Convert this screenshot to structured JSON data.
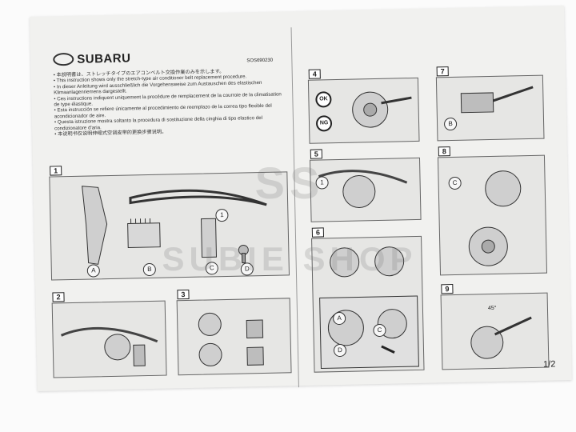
{
  "brand": "SUBARU",
  "doc_number": "SOS690230",
  "instructions": [
    "本説明書は、ストレッチタイプのエアコンベルト交換作業のみを示します。",
    "This instruction shows only the stretch-type air conditioner belt replacement procedure.",
    "In dieser Anleitung wird ausschließlich die Vorgehensweise zum Austauschen des elastischen Klimaanlagenriemens dargestellt.",
    "Ces instructions indiquent uniquement la procédure de remplacement de la courroie de la climatisation de type élastique.",
    "Esta instrucción se refiere únicamente al procedimiento de reemplazo de la correa tipo flexible del acondicionador de aire.",
    "Questa istruzione mostra soltanto la procedura di sostituzione della cinghia di tipo elastico del condizionatore d'aria.",
    "本说明书仅说明伸缩式空调皮带的更换步骤说明。"
  ],
  "steps": {
    "s1": "1",
    "s2": "2",
    "s3": "3",
    "s4": "4",
    "s5": "5",
    "s6": "6",
    "s7": "7",
    "s8": "8",
    "s9": "9"
  },
  "parts": {
    "a": "A",
    "b": "B",
    "c": "C",
    "d": "D",
    "one": "1"
  },
  "badges": {
    "ok": "OK",
    "ng": "NG"
  },
  "angle": "45°",
  "page_number": "1/2",
  "watermark": {
    "line1": "SS",
    "line2": "SUBIE SHOP"
  }
}
